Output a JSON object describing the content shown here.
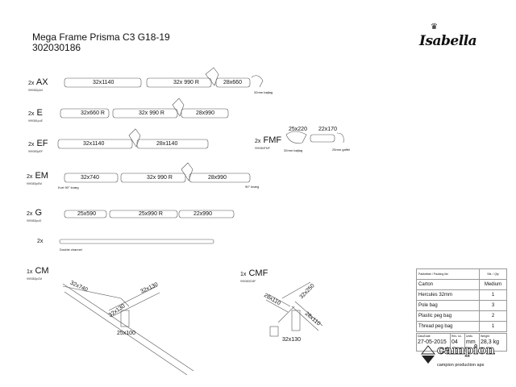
{
  "header": {
    "title": "Mega Frame Prisma C3 G18-19",
    "number": "302030186",
    "brand": "Isabella"
  },
  "parts": [
    {
      "qty": "2x",
      "name": "AX",
      "code": "999382pAX",
      "dims": [
        "32x1140",
        "32x 990 R",
        "28x660"
      ],
      "notes": [
        "32mm bøjlag"
      ]
    },
    {
      "qty": "2x",
      "name": "E",
      "code": "999381puE",
      "dims": [
        "32x660 R",
        "32x 990 R",
        "28x990"
      ],
      "notes": []
    },
    {
      "qty": "2x",
      "name": "EF",
      "code": "999383pEF",
      "dims": [
        "32x1140",
        "28x1140"
      ],
      "notes": []
    },
    {
      "qty": "2x",
      "name": "FMF",
      "code": "999384FMF",
      "dims": [
        "25x220",
        "22x170"
      ],
      "notes": [
        "32mm bøjlag",
        "25mm gaffel"
      ]
    },
    {
      "qty": "2x",
      "name": "EM",
      "code": "999383pEM",
      "dims": [
        "32x740",
        "32x 990 R",
        "28x990"
      ],
      "notes": [
        "Kort 90° knæg",
        "90° knæg"
      ]
    },
    {
      "qty": "2x",
      "name": "G",
      "code": "999383puG",
      "dims": [
        "25x590",
        "25x990 R",
        "22x990"
      ],
      "notes": []
    },
    {
      "qty": "2x",
      "name": "",
      "code": "",
      "dims": [],
      "notes": [
        "Double channel"
      ]
    },
    {
      "qty": "1x",
      "name": "CM",
      "code": "999383pCM",
      "dims": [
        "32x740",
        "32x130",
        "32x130",
        "25x100"
      ],
      "notes": []
    },
    {
      "qty": "1x",
      "name": "CMF",
      "code": "999383CMF",
      "dims": [
        "28x110",
        "32x250",
        "28x110",
        "32x130"
      ],
      "notes": []
    }
  ],
  "packing": {
    "header": "Pakkeliste / Packing list",
    "qty_header": "Stk. / Qty",
    "rows": [
      {
        "item": "Carton",
        "qty": "Medium"
      },
      {
        "item": "Hercules 32mm",
        "qty": "1"
      },
      {
        "item": "Pole bag",
        "qty": "3"
      },
      {
        "item": "Plastic peg bag",
        "qty": "2"
      },
      {
        "item": "Thread peg bag",
        "qty": "1"
      }
    ],
    "meta": {
      "date_label": "Dato/Date",
      "date": "27-05-2015",
      "rev_label": "Rev. no.",
      "rev": "04",
      "units_label": "Units",
      "units": "mm",
      "weight_label": "Weight",
      "weight": "28,3 kg"
    }
  },
  "footer": {
    "company": "campion",
    "tagline": "campion production aps"
  }
}
